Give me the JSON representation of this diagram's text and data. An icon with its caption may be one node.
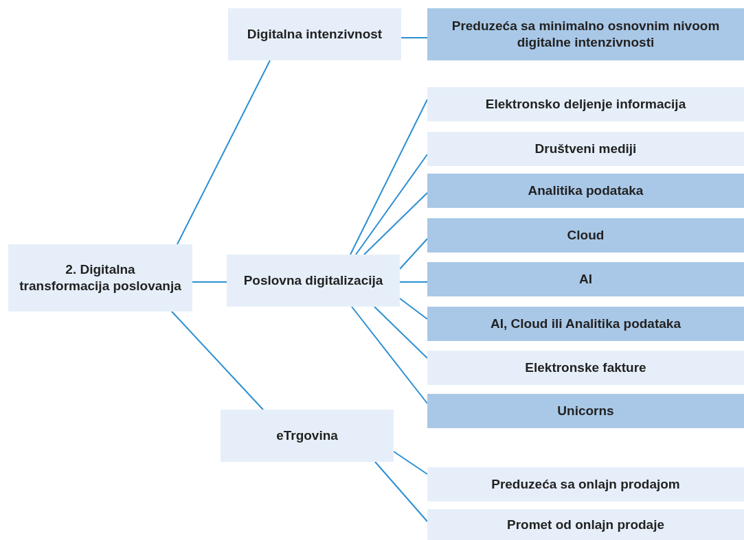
{
  "diagram": {
    "nodes": [
      {
        "text": [
          "2. Digitalna transformacija poslovanja"
        ]
      },
      {
        "text": [
          "Digitalna intenzivnost"
        ]
      },
      {
        "text": [
          "Preduzeća sa minimalno osnovnim nivoom digitalne intenzivnosti"
        ]
      },
      {
        "text": [
          "Poslovna digitalizacija"
        ]
      },
      {
        "text": [
          "Elektronsko deljenje informacija"
        ]
      },
      {
        "text": [
          "Društveni mediji"
        ]
      },
      {
        "text": [
          "Analitika podataka"
        ]
      },
      {
        "text": [
          "Cloud"
        ]
      },
      {
        "text": [
          "AI"
        ]
      },
      {
        "text": [
          "AI, Cloud ili Analitika podataka"
        ]
      },
      {
        "text": [
          "Elektronske fakture"
        ]
      },
      {
        "text": [
          "Unicorns"
        ]
      },
      {
        "text": [
          "eTrgovina"
        ]
      },
      {
        "text": [
          "Preduzeća sa onlajn prodajom"
        ]
      },
      {
        "text": [
          "Promet od onlajn prodaje"
        ]
      }
    ],
    "edges": [
      {
        "from": 0,
        "to": 1,
        "arrow": "none"
      },
      {
        "from": 1,
        "to": 2,
        "arrow": "none"
      },
      {
        "from": 0,
        "to": 3,
        "arrow": "none"
      },
      {
        "from": 3,
        "to": 4,
        "arrow": "none"
      },
      {
        "from": 3,
        "to": 5,
        "arrow": "none"
      },
      {
        "from": 3,
        "to": 6,
        "arrow": "none"
      },
      {
        "from": 3,
        "to": 7,
        "arrow": "none"
      },
      {
        "from": 3,
        "to": 8,
        "arrow": "none"
      },
      {
        "from": 3,
        "to": 9,
        "arrow": "none"
      },
      {
        "from": 3,
        "to": 10,
        "arrow": "none"
      },
      {
        "from": 3,
        "to": 11,
        "arrow": "none"
      },
      {
        "from": 0,
        "to": 12,
        "arrow": "none"
      },
      {
        "from": 12,
        "to": 13,
        "arrow": "none"
      },
      {
        "from": 12,
        "to": 14,
        "arrow": "none"
      }
    ]
  }
}
